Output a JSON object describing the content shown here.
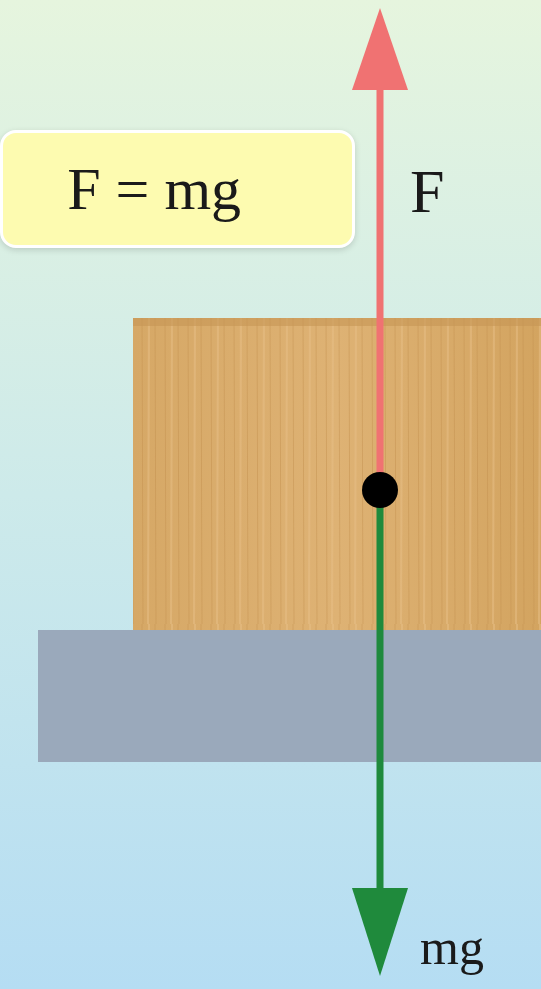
{
  "diagram": {
    "nodes": [
      {
        "text": [
          "F = mg⃗"
        ]
      }
    ],
    "labels": [
      "F⃗",
      "mg⃗"
    ]
  }
}
